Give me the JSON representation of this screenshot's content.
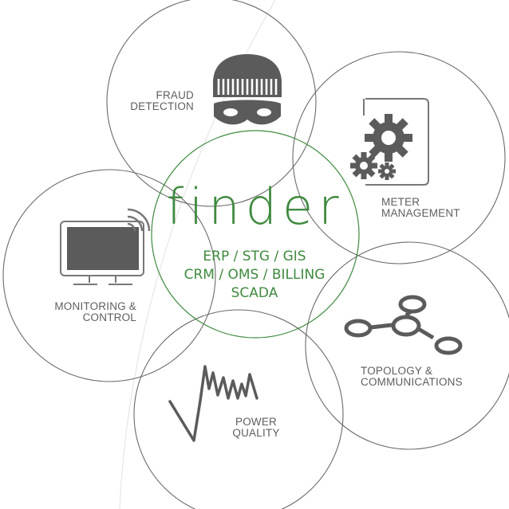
{
  "center": {
    "title": "finder",
    "systems": [
      "ERP / STG / GIS",
      "CRM / OMS / BILLING",
      "SCADA"
    ]
  },
  "modules": {
    "fraud": {
      "line1": "FRAUD",
      "line2": "DETECTION",
      "icon": "burglar-icon"
    },
    "meter": {
      "line1": "METER",
      "line2": "MANAGEMENT",
      "icon": "gears-icon"
    },
    "monitoring": {
      "line1": "MONITORING &",
      "line2": "CONTROL",
      "icon": "monitor-wireless-icon"
    },
    "topology": {
      "line1": "TOPOLOGY &",
      "line2": "COMMUNICATIONS",
      "icon": "network-topology-icon"
    },
    "power": {
      "line1": "POWER",
      "line2": "QUALITY",
      "icon": "waveform-icon"
    }
  },
  "colors": {
    "accent_green": "#3f8a3f",
    "outline_gray": "#6a6a6a",
    "icon_gray": "#5b5b5b",
    "text_gray": "#5e5e5e"
  }
}
